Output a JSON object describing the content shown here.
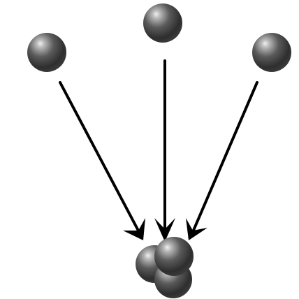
{
  "diagram": {
    "description_text": "",
    "sphere_color": "#3a3a3a",
    "sphere_highlight": "#e8e8e8",
    "arrow_color": "#000000",
    "source_particles": [
      {
        "name": "left-particle"
      },
      {
        "name": "top-particle"
      },
      {
        "name": "right-particle"
      }
    ],
    "arrows": [
      {
        "name": "left-arrow"
      },
      {
        "name": "center-arrow"
      },
      {
        "name": "right-arrow"
      }
    ],
    "cluster_particles": [
      {
        "name": "cluster-left-particle"
      },
      {
        "name": "cluster-bottom-particle"
      },
      {
        "name": "cluster-top-particle"
      }
    ]
  }
}
